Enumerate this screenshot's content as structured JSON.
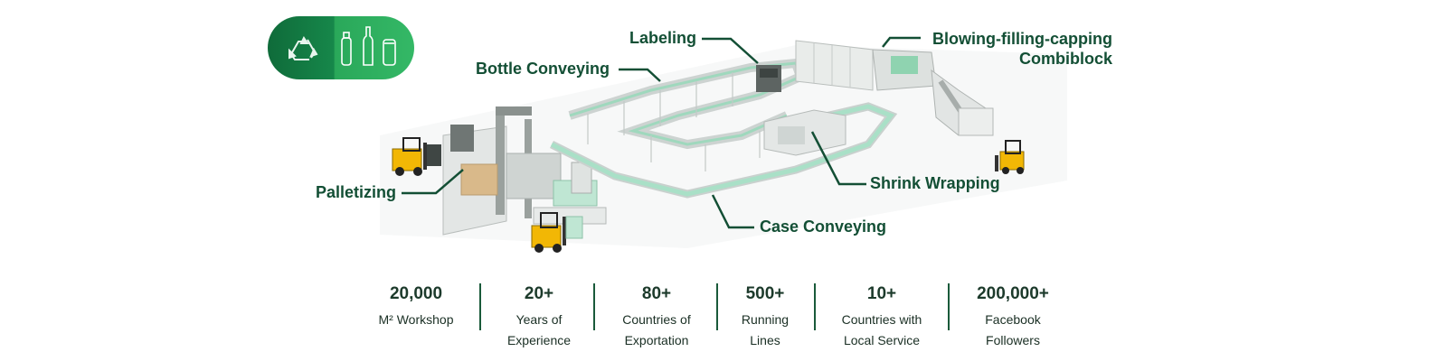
{
  "callouts": {
    "labeling": "Labeling",
    "bottle_conveying": "Bottle Conveying",
    "blowing_line1": "Blowing-filling-capping",
    "blowing_line2": "Combiblock",
    "palletizing": "Palletizing",
    "shrink_wrapping": "Shrink Wrapping",
    "case_conveying": "Case Conveying"
  },
  "badge": {
    "icons": [
      "recycle-icon",
      "plastic-bottle-icon",
      "glass-bottle-icon",
      "can-icon"
    ]
  },
  "stats": [
    {
      "value": "20,000",
      "label_line1": "M² Workshop",
      "label_line2": ""
    },
    {
      "value": "20+",
      "label_line1": "Years of",
      "label_line2": "Experience"
    },
    {
      "value": "80+",
      "label_line1": "Countries of",
      "label_line2": "Exportation"
    },
    {
      "value": "500+",
      "label_line1": "Running",
      "label_line2": "Lines"
    },
    {
      "value": "10+",
      "label_line1": "Countries with",
      "label_line2": "Local Service"
    },
    {
      "value": "200,000+",
      "label_line1": "Facebook",
      "label_line2": "Followers"
    }
  ],
  "colors": {
    "brand_dark": "#0f6b3a",
    "brand_light": "#2aa85a",
    "text_dark": "#134f35",
    "forklift": "#f2b705",
    "conveyor_belt": "#a9e0c7"
  }
}
